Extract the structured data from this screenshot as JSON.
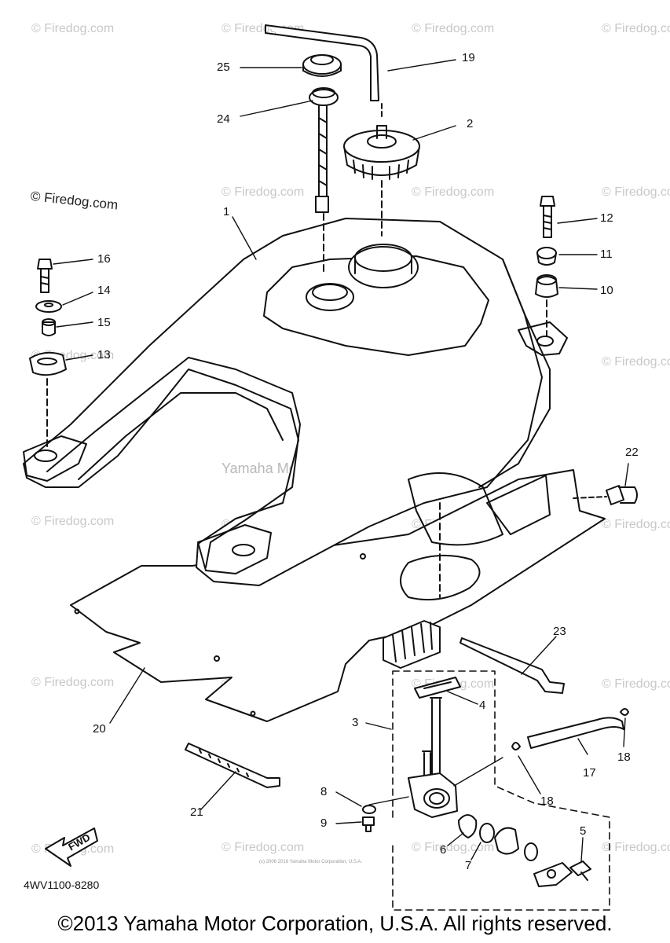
{
  "watermark": "© Firedog.com",
  "watermark_large": "© Firedog.com",
  "center_watermark": "Yamaha Motor Corp, U.S.A.",
  "tiny_watermark": "(c) 2006 2016 Yamaha Motor Corporation, U.S.A.",
  "callouts": {
    "c1": "1",
    "c2": "2",
    "c3": "3",
    "c4": "4",
    "c5": "5",
    "c6": "6",
    "c7": "7",
    "c8": "8",
    "c9": "9",
    "c10": "10",
    "c11": "11",
    "c12": "12",
    "c13": "13",
    "c14": "14",
    "c15": "15",
    "c16": "16",
    "c17": "17",
    "c18a": "18",
    "c18b": "18",
    "c19": "19",
    "c20": "20",
    "c21": "21",
    "c22": "22",
    "c23": "23",
    "c24": "24",
    "c25": "25"
  },
  "fwd_label": "FWD",
  "part_code": "4WV1100-8280",
  "copyright": "©2013 Yamaha Motor Corporation, U.S.A. All rights reserved."
}
